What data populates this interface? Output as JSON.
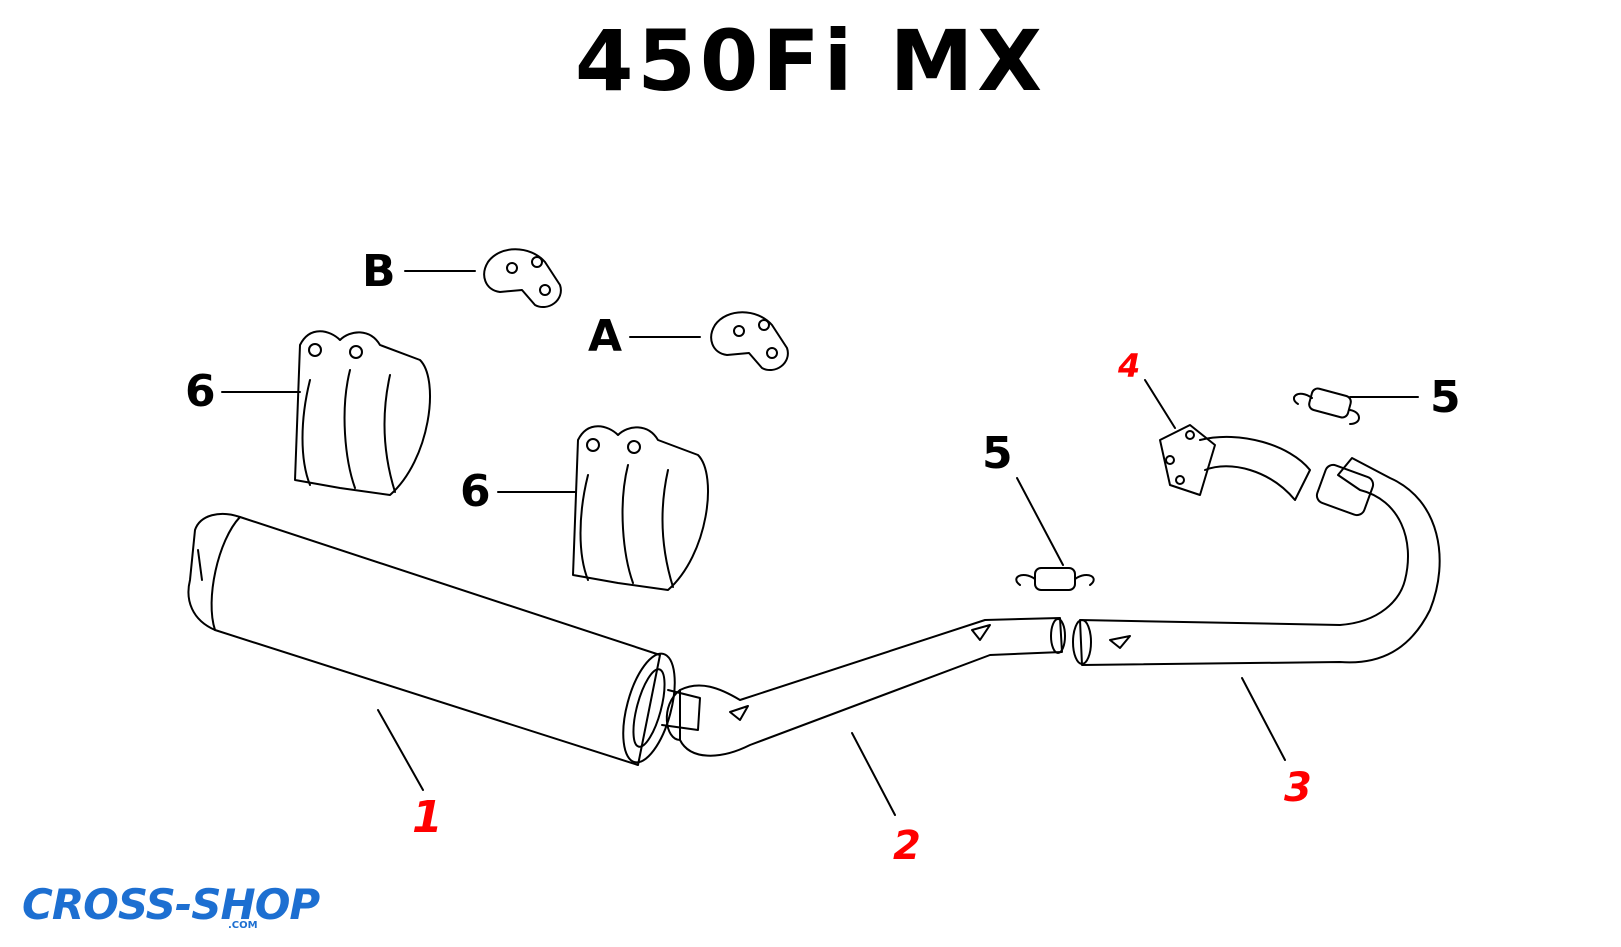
{
  "title": "450Fi MX",
  "callouts": {
    "b": "B",
    "a": "A",
    "six_left": "6",
    "six_mid": "6",
    "five_mid": "5",
    "five_right": "5",
    "one": "1",
    "two": "2",
    "three": "3",
    "four": "4"
  },
  "logo": {
    "text": "CROSS-SHOP",
    "suffix": ".COM"
  },
  "colors": {
    "accent_red": "#ff0000",
    "brand_blue": "#1d6fd1",
    "line": "#000000"
  }
}
